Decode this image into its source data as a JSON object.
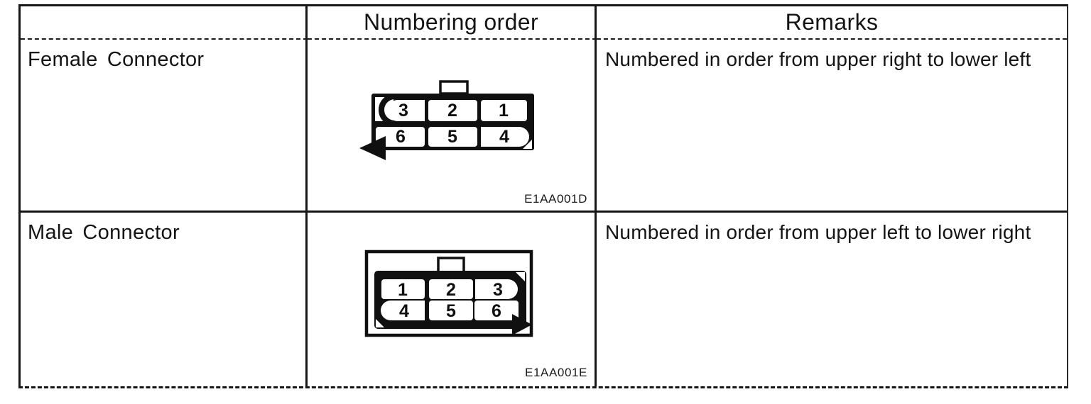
{
  "page": {
    "background_color": "#ffffff",
    "ink_color": "#141414"
  },
  "table": {
    "header": {
      "connector_col": "",
      "numbering_order": "Numbering order",
      "remarks": "Remarks"
    },
    "rows": [
      {
        "label": "Female Connector",
        "figure_code": "E1AA001D",
        "remark": "Numbered in order from upper right to lower left",
        "arrow_direction": "left",
        "pins_top": [
          "3",
          "2",
          "1"
        ],
        "pins_bottom": [
          "6",
          "5",
          "4"
        ]
      },
      {
        "label": "Male Connector",
        "figure_code": "E1AA001E",
        "remark": "Numbered in order from upper left to lower right",
        "arrow_direction": "right",
        "pins_top": [
          "1",
          "2",
          "3"
        ],
        "pins_bottom": [
          "4",
          "5",
          "6"
        ]
      }
    ]
  }
}
